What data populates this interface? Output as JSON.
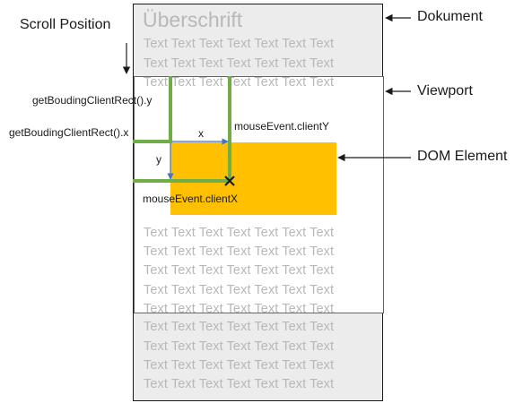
{
  "document": {
    "heading": "Überschrift",
    "text_line": "Text Text Text Text Text Text Text"
  },
  "labels": {
    "scroll_position": "Scroll Position",
    "dokument": "Dokument",
    "viewport": "Viewport",
    "dom_element": "DOM Element",
    "bounding_y": "getBoudingClientRect().y",
    "bounding_x": "getBoudingClientRect().x",
    "client_y": "mouseEvent.clientY",
    "client_x": "mouseEvent.clientX",
    "x_axis": "x",
    "y_axis": "y"
  },
  "colors": {
    "viewport_border": "#e53030",
    "dom_element_fill": "#ffc000",
    "guide_lines": "#70ad47",
    "offset_arrows": "#4472c4",
    "document_fill": "#ececec"
  }
}
